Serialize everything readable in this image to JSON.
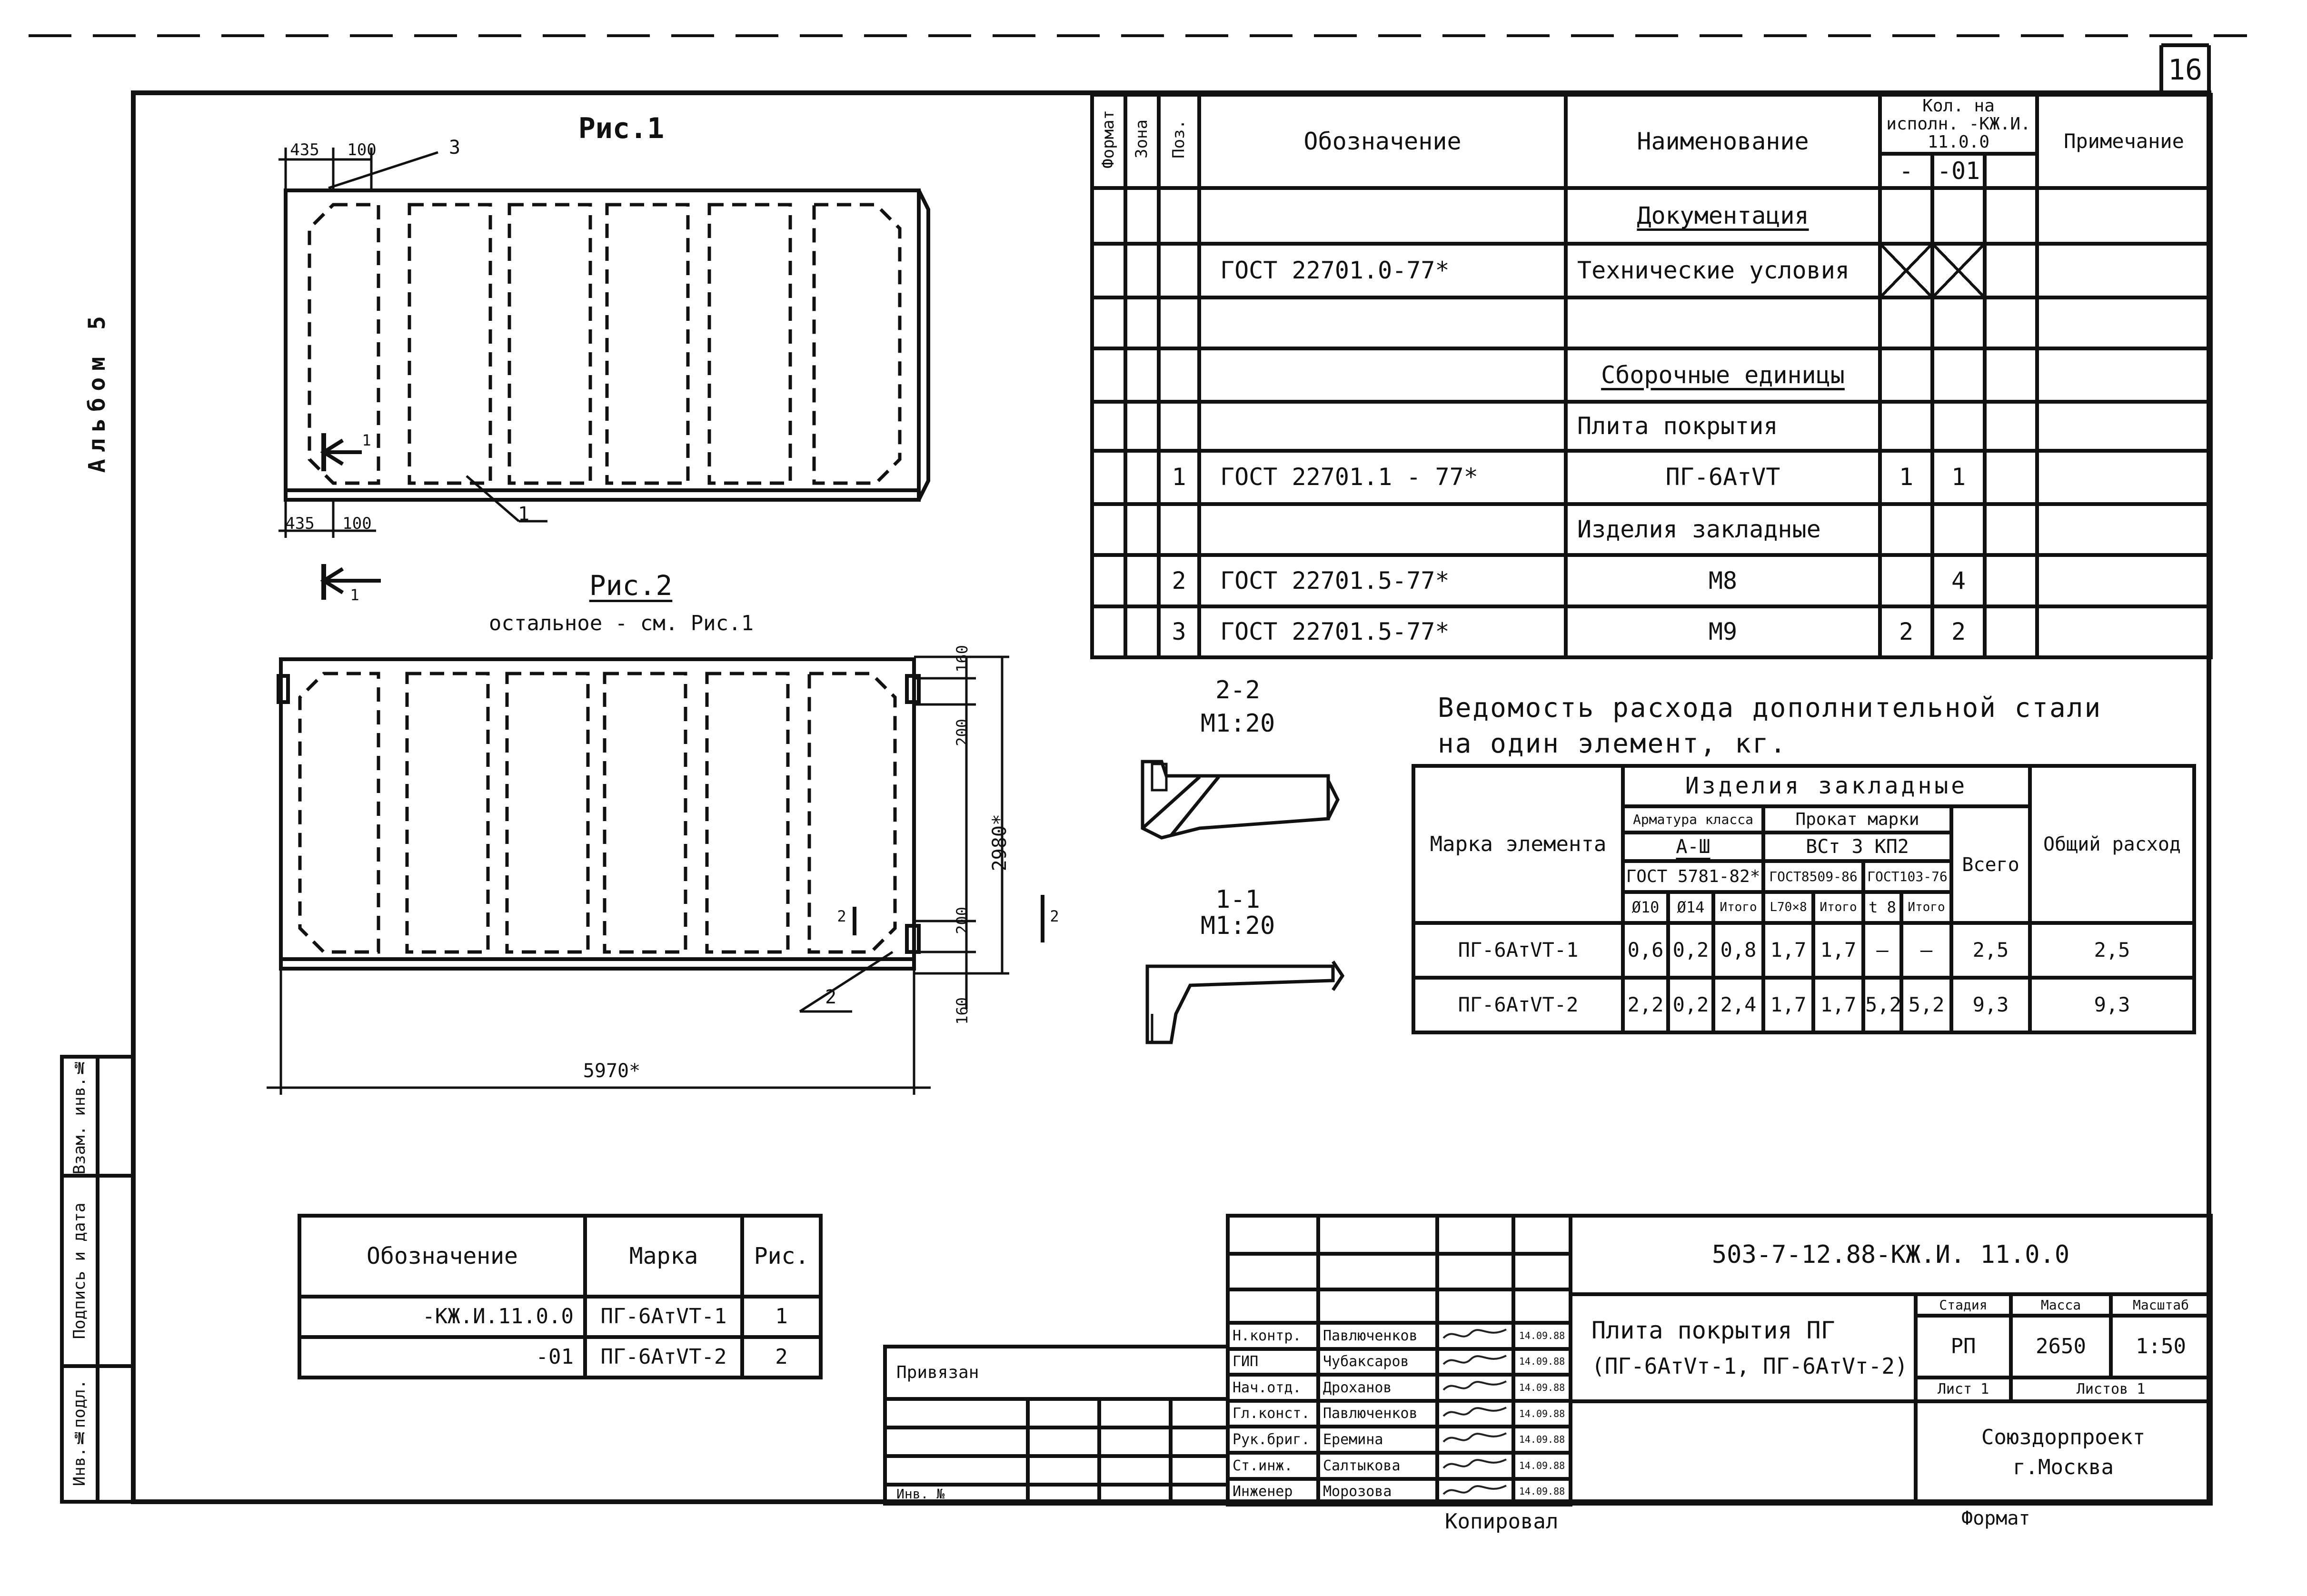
{
  "sheet": {
    "page_number": "16",
    "album": "Альбом 5",
    "copied": "Копировал",
    "format": "Формат"
  },
  "figures": {
    "fig1_title": "Рис.1",
    "fig2_title": "Рис.2",
    "fig2_note": "остальное - см. Рис.1",
    "dim_435_top": "435",
    "dim_100_top": "100",
    "dim_435_bottom": "435",
    "dim_100_bottom": "100",
    "leader_3": "3",
    "leader_1": "1",
    "leader_2": "2",
    "section_1_a": "1",
    "section_1_b": "1",
    "section_2_a": "2",
    "section_2_b": "2",
    "dim_160_top": "160",
    "dim_200_top": "200",
    "dim_2980": "2980*",
    "dim_200_bottom": "200",
    "dim_160_bottom": "160",
    "dim_5970": "5970*",
    "sec22_title": "2-2",
    "sec22_scale": "М1:20",
    "sec11_title": "1-1",
    "sec11_scale": "М1:20"
  },
  "spec": {
    "headers": {
      "format": "Формат",
      "zone": "Зона",
      "pos": "Поз.",
      "designation": "Обозначение",
      "name": "Наименование",
      "qty": "Кол. на исполн. -КЖ.И. 11.0.0",
      "qty_a": "-",
      "qty_b": "-01",
      "note": "Примечание"
    },
    "rows": [
      {
        "pos": "",
        "designation": "",
        "name": "Документация",
        "q1": "",
        "q2": "",
        "section": true
      },
      {
        "pos": "",
        "designation": "ГОСТ 22701.0-77*",
        "name": "Технические условия",
        "q1": "",
        "q2": "",
        "crossed": true
      },
      {
        "pos": "",
        "designation": "",
        "name": "",
        "q1": "",
        "q2": ""
      },
      {
        "pos": "",
        "designation": "",
        "name": "Сборочные единицы",
        "q1": "",
        "q2": "",
        "section": true
      },
      {
        "pos": "",
        "designation": "",
        "name": "Плита покрытия",
        "q1": "",
        "q2": ""
      },
      {
        "pos": "1",
        "designation": "ГОСТ 22701.1 - 77*",
        "name": "ПГ-6АтVТ",
        "q1": "1",
        "q2": "1"
      },
      {
        "pos": "",
        "designation": "",
        "name": "Изделия закладные",
        "q1": "",
        "q2": ""
      },
      {
        "pos": "2",
        "designation": "ГОСТ 22701.5-77*",
        "name": "М8",
        "q1": "",
        "q2": "4"
      },
      {
        "pos": "3",
        "designation": "ГОСТ 22701.5-77*",
        "name": "М9",
        "q1": "2",
        "q2": "2"
      }
    ]
  },
  "steel": {
    "title_line1": "Ведомость расхода дополнительной стали",
    "title_line2": "на один элемент, кг.",
    "h_mark": "Марка элемента",
    "h_embedded": "Изделия закладные",
    "h_rebar": "Арматура класса",
    "h_rebar_class": "А-Ш",
    "h_rebar_gost": "ГОСТ 5781-82*",
    "h_rolled": "Прокат марки",
    "h_rolled_grade": "ВСт 3 КП2",
    "h_gost8509": "ГОСТ8509-86",
    "h_gost103": "ГОСТ103-76",
    "h_d10": "Ø10",
    "h_d14": "Ø14",
    "h_itogo1": "Итого",
    "h_l70": "L70×8",
    "h_itogo2": "Итого",
    "h_t8": "t 8",
    "h_itogo3": "Итого",
    "h_total": "Всего",
    "h_general": "Общий расход",
    "rows": [
      {
        "mark": "ПГ-6АтVТ-1",
        "d10": "0,6",
        "d14": "0,2",
        "it1": "0,8",
        "l70": "1,7",
        "it2": "1,7",
        "t8": "–",
        "it3": "–",
        "total": "2,5",
        "general": "2,5"
      },
      {
        "mark": "ПГ-6АтVТ-2",
        "d10": "2,2",
        "d14": "0,2",
        "it1": "2,4",
        "l70": "1,7",
        "it2": "1,7",
        "t8": "5,2",
        "it3": "5,2",
        "total": "9,3",
        "general": "9,3"
      }
    ]
  },
  "marks": {
    "headers": {
      "designation": "Обозначение",
      "mark": "Марка",
      "fig": "Рис."
    },
    "rows": [
      {
        "designation": "-КЖ.И.11.0.0",
        "mark": "ПГ-6АтVТ-1",
        "fig": "1"
      },
      {
        "designation": "-01",
        "mark": "ПГ-6АтVТ-2",
        "fig": "2"
      }
    ]
  },
  "side_stamp": {
    "inv_podl": "Инв.№подл.",
    "podpis": "Подпись и дата",
    "vzam": "Взам. инв.№"
  },
  "binding": {
    "label": "Привязан",
    "inv": "Инв. №"
  },
  "title_block": {
    "code": "503-7-12.88-КЖ.И. 11.0.0",
    "title_line1": "Плита покрытия ПГ",
    "title_line2": "(ПГ-6АтVт-1, ПГ-6АтVт-2)",
    "stage_label": "Стадия",
    "mass_label": "Масса",
    "scale_label": "Масштаб",
    "stage": "РП",
    "mass": "2650",
    "scale": "1:50",
    "sheet_label": "Лист 1",
    "sheets_label": "Листов 1",
    "org_line1": "Союздорпроект",
    "org_line2": "г.Москва",
    "people": [
      {
        "role": "Н.контр.",
        "name": "Павлюченков",
        "date": "14.09.88"
      },
      {
        "role": "ГИП",
        "name": "Чубаксаров",
        "date": "14.09.88"
      },
      {
        "role": "Нач.отд.",
        "name": "Дроханов",
        "date": "14.09.88"
      },
      {
        "role": "Гл.конст.",
        "name": "Павлюченков",
        "date": "14.09.88"
      },
      {
        "role": "Рук.бриг.",
        "name": "Еремина",
        "date": "14.09.88"
      },
      {
        "role": "Ст.инж.",
        "name": "Салтыкова",
        "date": "14.09.88"
      },
      {
        "role": "Инженер",
        "name": "Морозова",
        "date": "14.09.88"
      }
    ]
  }
}
